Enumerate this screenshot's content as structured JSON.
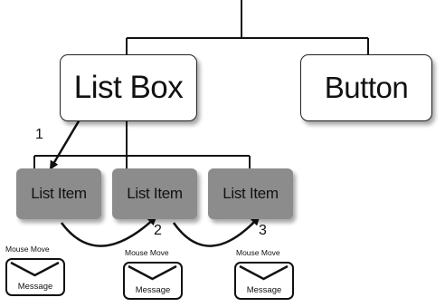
{
  "diagram": {
    "parent": {
      "label": "List Box"
    },
    "sibling": {
      "label": "Button"
    },
    "items": [
      {
        "label": "List Item"
      },
      {
        "label": "List Item"
      },
      {
        "label": "List Item"
      }
    ],
    "steps": [
      "1",
      "2",
      "3"
    ],
    "messages": [
      {
        "event": "Mouse Move",
        "label": "Message"
      },
      {
        "event": "Mouse Move",
        "label": "Message"
      },
      {
        "event": "Mouse Move",
        "label": "Message"
      }
    ]
  }
}
